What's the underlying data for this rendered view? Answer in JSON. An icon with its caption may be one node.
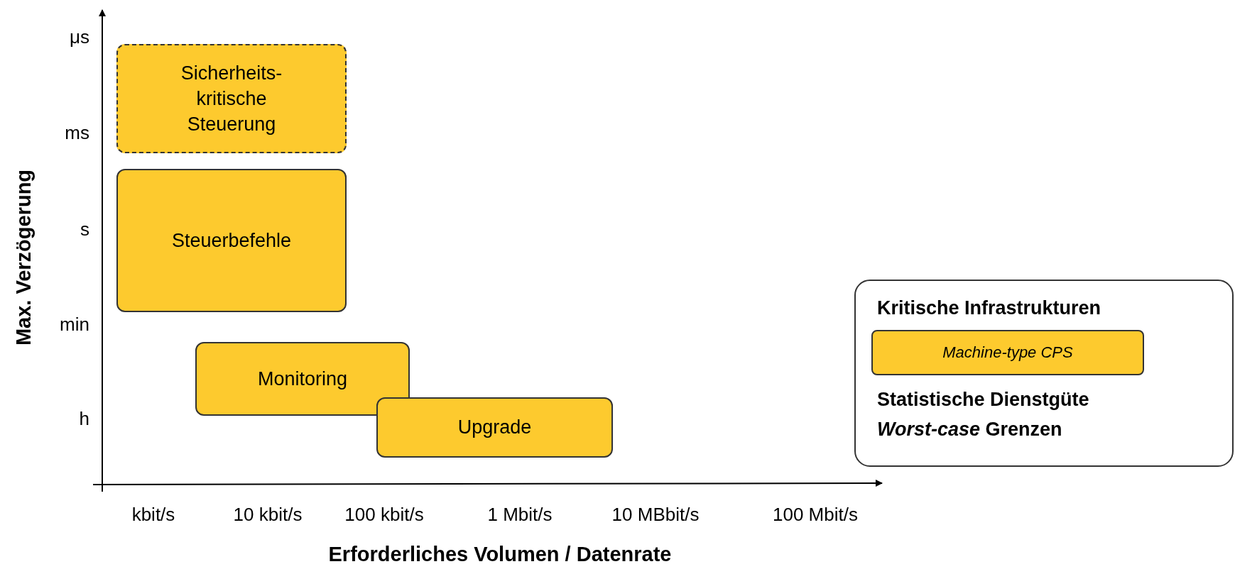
{
  "diagram": {
    "nodes": [
      {
        "text": [
          "Sicherheits- kritische Steuerung"
        ]
      },
      {
        "text": [
          "Steuerbefehle"
        ]
      },
      {
        "text": [
          "Monitoring"
        ]
      },
      {
        "text": [
          "Upgrade"
        ]
      },
      {
        "text": [
          "Kritische Infrastrukturen",
          "Statistische Dienstgüte",
          "*Worst-case* Grenzen"
        ]
      },
      {
        "text": [
          "Machine-type CPS"
        ],
        "in": 4
      }
    ],
    "labels": [
      "μs",
      "ms",
      "s",
      "min",
      "h",
      "Max. Verzögerung",
      "kbit/s",
      "10 kbit/s",
      "100 kbit/s",
      "1 Mbit/s",
      "10 MBbit/s",
      "100 Mbit/s",
      "Erforderliches Volumen / Datenrate"
    ]
  }
}
